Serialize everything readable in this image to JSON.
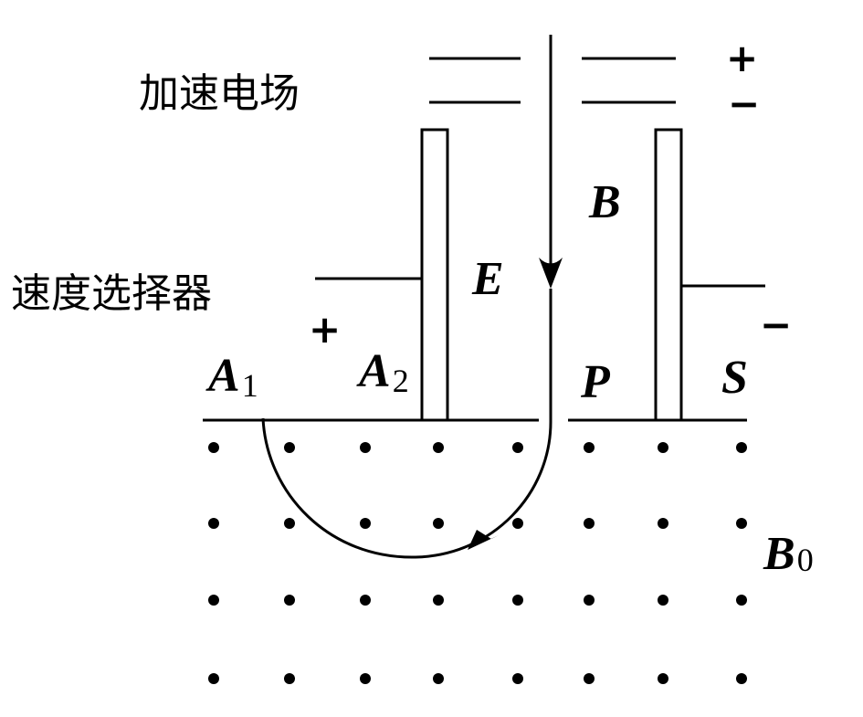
{
  "labels": {
    "accel_field": "加速电场",
    "velocity_selector": "速度选择器",
    "plus_top": "+",
    "minus_top": "−",
    "plus_left": "+",
    "minus_right": "−",
    "B": "B",
    "E": "E",
    "A1": {
      "main": "A",
      "sub": "1"
    },
    "A2": {
      "main": "A",
      "sub": "2"
    },
    "P": "P",
    "S": "S",
    "B0": {
      "main": "B",
      "sub": "0"
    }
  },
  "field_dots": {
    "rows": 4,
    "cols": 8,
    "meaning": "magnetic field out of page"
  }
}
